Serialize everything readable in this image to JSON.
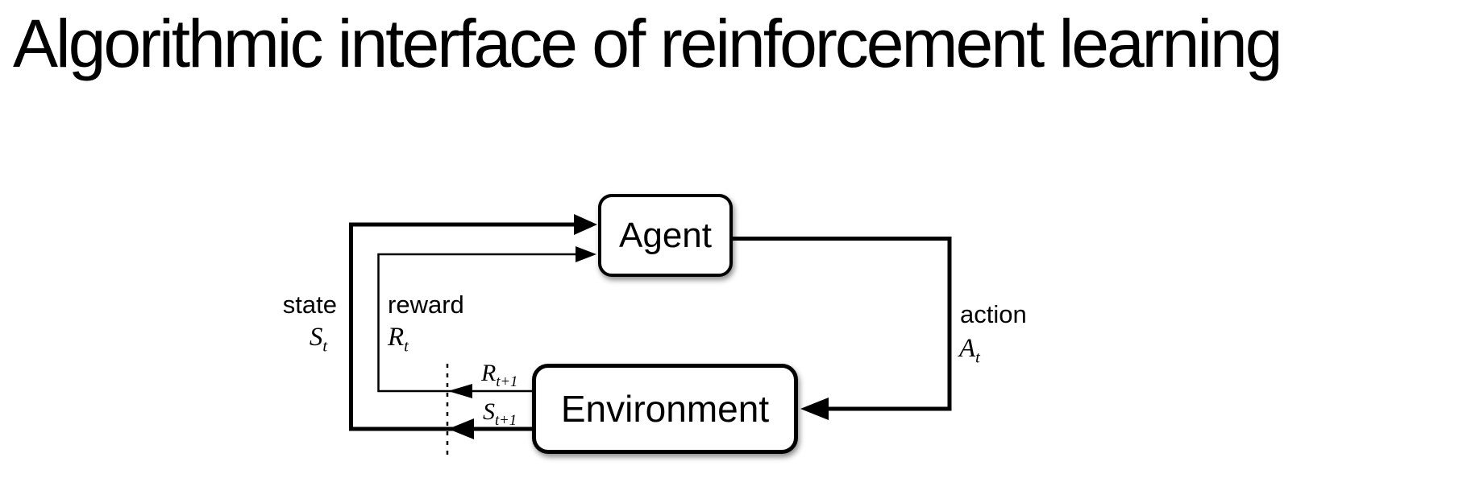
{
  "title": "Algorithmic interface of reinforcement learning",
  "colors": {
    "ink": "#000000",
    "background": "#ffffff"
  },
  "diagram": {
    "agent": {
      "label": "Agent"
    },
    "environment": {
      "label": "Environment"
    },
    "labels": {
      "state": {
        "word": "state",
        "symbol": "S",
        "subscript": "t"
      },
      "reward": {
        "word": "reward",
        "symbol": "R",
        "subscript": "t"
      },
      "action": {
        "word": "action",
        "symbol": "A",
        "subscript": "t"
      },
      "next_reward": {
        "symbol": "R",
        "subscript": "t+1"
      },
      "next_state": {
        "symbol": "S",
        "subscript": "t+1"
      }
    }
  }
}
